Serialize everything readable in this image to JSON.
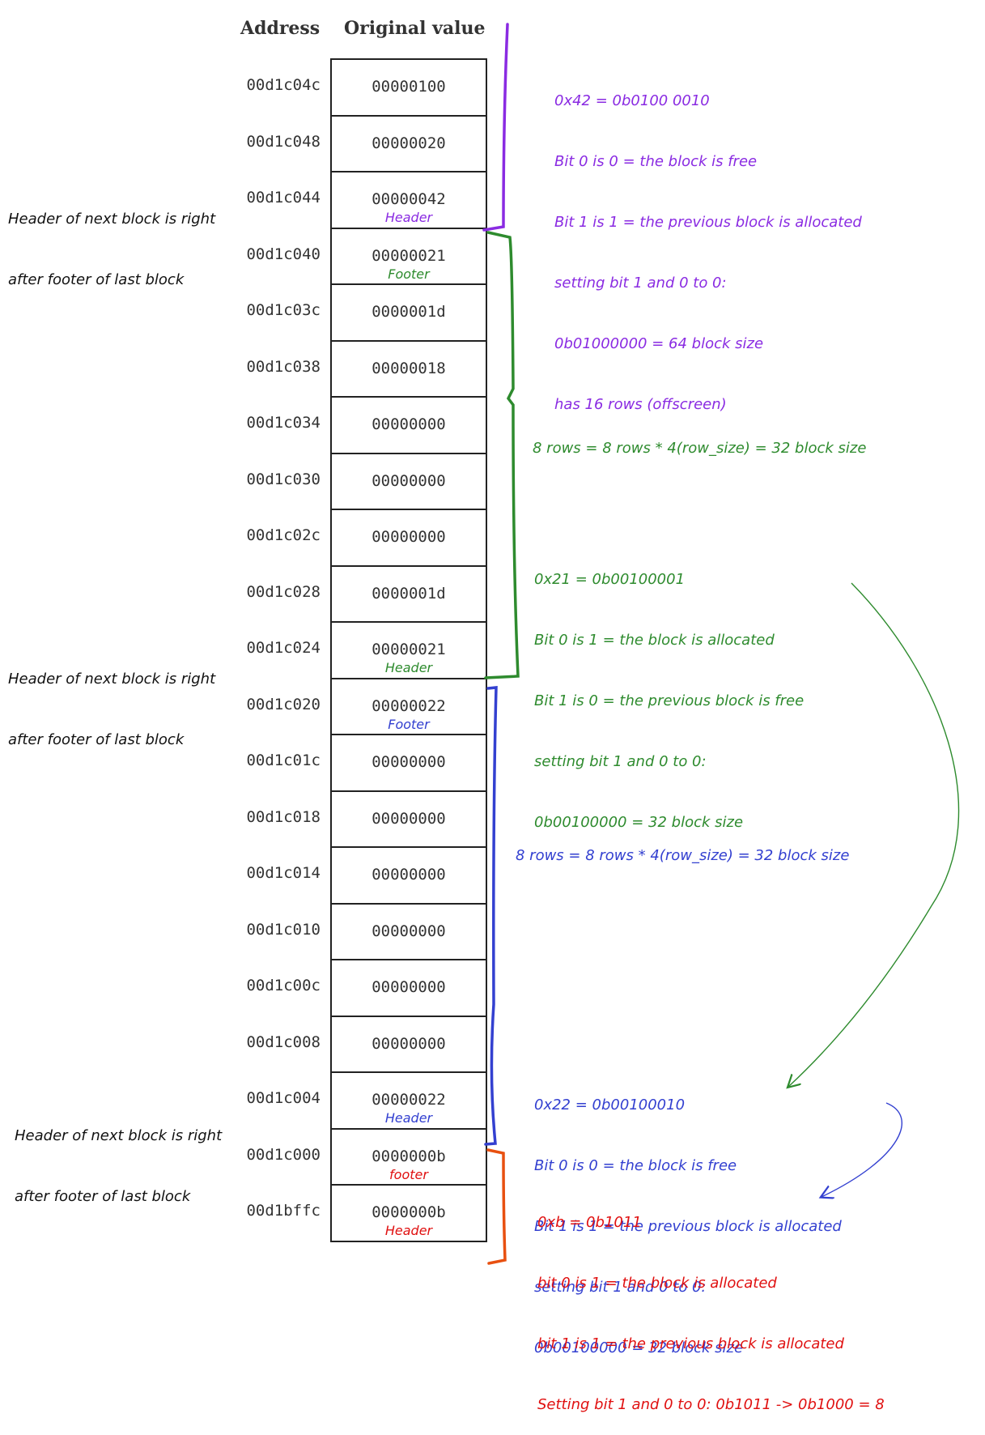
{
  "headers": {
    "address": "Address",
    "value": "Original value"
  },
  "rows": [
    {
      "address": "00d1c04c",
      "value": "00000100",
      "tag": "",
      "tag_color": ""
    },
    {
      "address": "00d1c048",
      "value": "00000020",
      "tag": "",
      "tag_color": ""
    },
    {
      "address": "00d1c044",
      "value": "00000042",
      "tag": "Header",
      "tag_color": "#8a2be2"
    },
    {
      "address": "00d1c040",
      "value": "00000021",
      "tag": "Footer",
      "tag_color": "#2e8b2e"
    },
    {
      "address": "00d1c03c",
      "value": "0000001d",
      "tag": "",
      "tag_color": ""
    },
    {
      "address": "00d1c038",
      "value": "00000018",
      "tag": "",
      "tag_color": ""
    },
    {
      "address": "00d1c034",
      "value": "00000000",
      "tag": "",
      "tag_color": ""
    },
    {
      "address": "00d1c030",
      "value": "00000000",
      "tag": "",
      "tag_color": ""
    },
    {
      "address": "00d1c02c",
      "value": "00000000",
      "tag": "",
      "tag_color": ""
    },
    {
      "address": "00d1c028",
      "value": "0000001d",
      "tag": "",
      "tag_color": ""
    },
    {
      "address": "00d1c024",
      "value": "00000021",
      "tag": "Header",
      "tag_color": "#2e8b2e"
    },
    {
      "address": "00d1c020",
      "value": "00000022",
      "tag": "Footer",
      "tag_color": "#3340d0"
    },
    {
      "address": "00d1c01c",
      "value": "00000000",
      "tag": "",
      "tag_color": ""
    },
    {
      "address": "00d1c018",
      "value": "00000000",
      "tag": "",
      "tag_color": ""
    },
    {
      "address": "00d1c014",
      "value": "00000000",
      "tag": "",
      "tag_color": ""
    },
    {
      "address": "00d1c010",
      "value": "00000000",
      "tag": "",
      "tag_color": ""
    },
    {
      "address": "00d1c00c",
      "value": "00000000",
      "tag": "",
      "tag_color": ""
    },
    {
      "address": "00d1c008",
      "value": "00000000",
      "tag": "",
      "tag_color": ""
    },
    {
      "address": "00d1c004",
      "value": "00000022",
      "tag": "Header",
      "tag_color": "#3340d0"
    },
    {
      "address": "00d1c000",
      "value": "0000000b",
      "tag": "footer",
      "tag_color": "#e01010"
    },
    {
      "address": "00d1bffc",
      "value": "0000000b",
      "tag": "Header",
      "tag_color": "#e01010"
    }
  ],
  "side_notes": [
    [
      "Header of next block is right",
      "after footer of last block"
    ],
    [
      "Header of next block is right",
      "after footer of last block"
    ],
    [
      "Header of next block is right",
      "after footer of last block"
    ]
  ],
  "purple_note": [
    "0x42 = 0b0100 0010",
    "Bit 0 is 0 = the block is free",
    "Bit 1 is 1 = the previous block is allocated",
    "setting bit 1 and 0 to 0:",
    "0b01000000 = 64 block size",
    "has 16 rows (offscreen)"
  ],
  "green_rows_note": "8 rows = 8 rows * 4(row_size) = 32 block size",
  "green_note": [
    "0x21 = 0b00100001",
    "Bit 0 is 1 = the block is allocated",
    "Bit 1 is 0 = the previous block is free",
    "setting bit 1 and 0 to 0:",
    "0b00100000 = 32 block size"
  ],
  "blue_rows_note": "8 rows = 8 rows * 4(row_size) = 32 block size",
  "blue_note": [
    "0x22 = 0b00100010",
    "Bit 0 is 0 = the block is free",
    "Bit 1 is 1 = the previous block is allocated",
    "setting bit 1 and 0 to 0:",
    "0b00100000 = 32 block size"
  ],
  "red_note": [
    "0xb = 0b1011",
    "bit 0 is 1 = the block is allocated",
    "bit 1 is 1 = the previous block is allocated",
    "Setting bit 1 and 0 to 0: 0b1011 -> 0b1000 = 8"
  ],
  "colors": {
    "purple": "#8a2be2",
    "green": "#2e8b2e",
    "blue": "#3340d0",
    "red": "#e01010"
  }
}
